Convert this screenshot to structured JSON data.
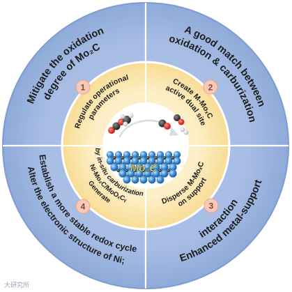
{
  "outer": {
    "top_left": [
      "Mitigate the oxidation",
      "degree of Mo₂C"
    ],
    "top_right": [
      "A good match between",
      "oxidation & carburization"
    ],
    "bottom_left": [
      "Alter the electronic structure of Ni;",
      "Establish a more stable redox cycle"
    ],
    "bottom_right": [
      "Enhanced metal-support",
      "interaction"
    ]
  },
  "inner": {
    "top_left": [
      "Regulate operational",
      "parameters"
    ],
    "top_right": [
      "Create M-MoₓC",
      "active dual site"
    ],
    "bottom_left": [
      "Generate",
      "Ni-Mo₂C/MoOₓCᵧ",
      "by in-situ carburization"
    ],
    "bottom_right": [
      "Disperse M-MoₓC",
      "on support"
    ]
  },
  "numbers": [
    "1",
    "2",
    "3",
    "4"
  ],
  "core_label": "Mo₂C",
  "watermark": "大研究所",
  "colors": {
    "outer_ring": "#9cb4de",
    "inner_ring": "#fbe8b3",
    "badge": "#f8c9b8",
    "ring_border": "#7f9bcf",
    "core_atoms": "#3f8fd1",
    "core_label": "#f6d24a"
  }
}
